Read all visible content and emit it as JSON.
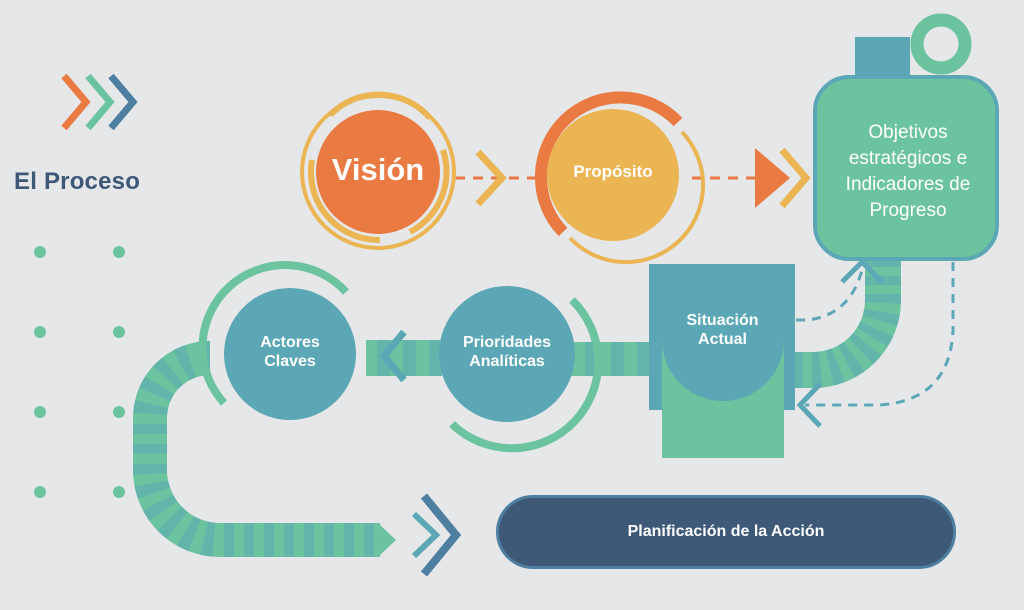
{
  "title": "El Proceso",
  "colors": {
    "background": "#e6e7e9",
    "orange": "#e87a42",
    "yellow": "#eab552",
    "green": "#6cc39f",
    "teal": "#5ba7b5",
    "navy": "#3e5878",
    "blue": "#4e7fa0"
  },
  "logo": {
    "chevrons": [
      "orange",
      "green",
      "blue"
    ]
  },
  "steps": {
    "vision": "Visión",
    "proposito": "Propósito",
    "objetivos": "Objetivos estratégicos e Indicadores de Progreso",
    "situacion": "Situación Actual",
    "prioridades": "Prioridades Analíticas",
    "actores": "Actores Claves",
    "planificacion": "Planificación de la Acción"
  },
  "decor": {
    "dot_grid": {
      "rows": 4,
      "cols": 2
    }
  }
}
